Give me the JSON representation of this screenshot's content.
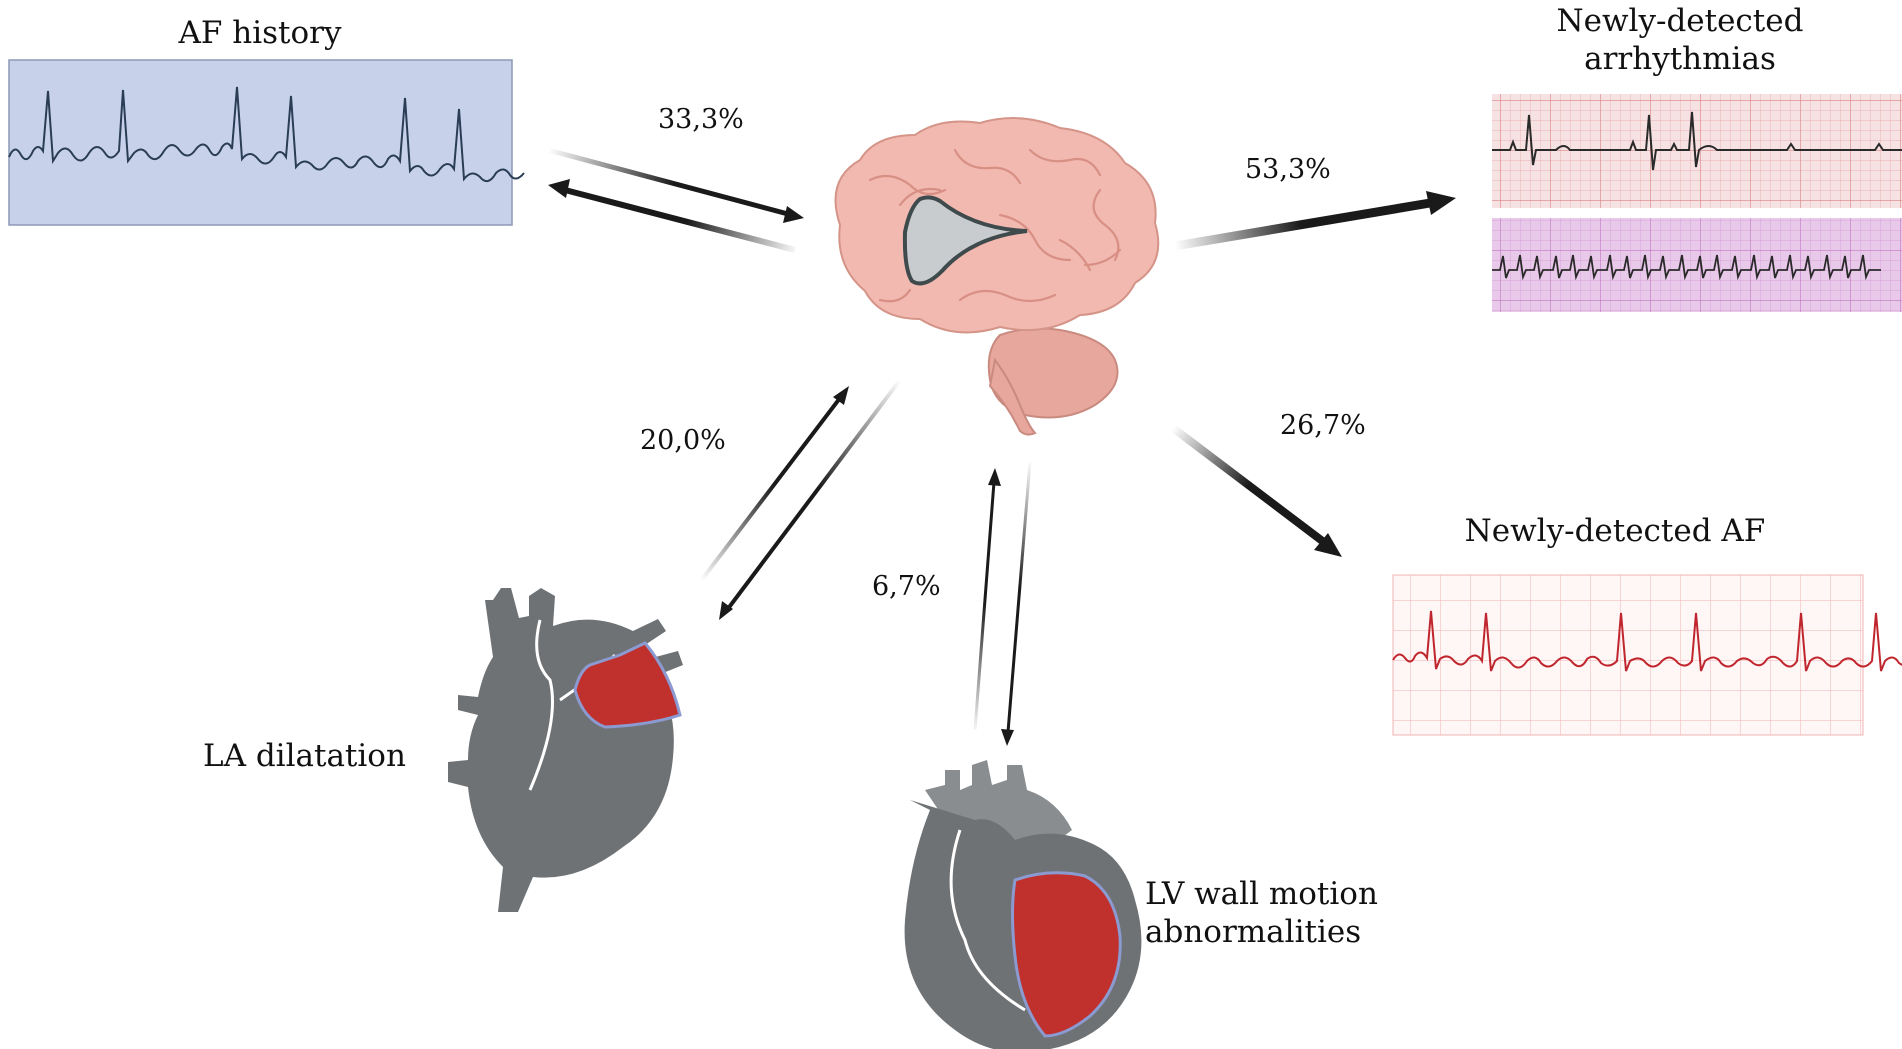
{
  "labels": {
    "af_history": "AF history",
    "newly_detected_arrhythmias_line1": "Newly-detected",
    "newly_detected_arrhythmias_line2": "arrhythmias",
    "newly_detected_af": "Newly-detected AF",
    "la_dilatation": "LA dilatation",
    "lv_wall_motion_line1": "LV wall motion",
    "lv_wall_motion_line2": "abnormalities"
  },
  "percentages": {
    "af_history": "33,3%",
    "newly_detected_arrhythmias": "53,3%",
    "newly_detected_af": "26,7%",
    "la_dilatation": "20,0%",
    "lv_wall_motion": "6,7%"
  },
  "colors": {
    "af_history_panel": "#c7d2ea",
    "ecg_red_paper": "#f3dcdc",
    "ecg_pink_paper": "#e7c4e8",
    "af_grid_paper": "#fdf3f3",
    "brain": "#f0b6ae",
    "heart_gray": "#6f7275",
    "heart_highlight": "#c0302d",
    "arrow": "#1a1a1a"
  }
}
